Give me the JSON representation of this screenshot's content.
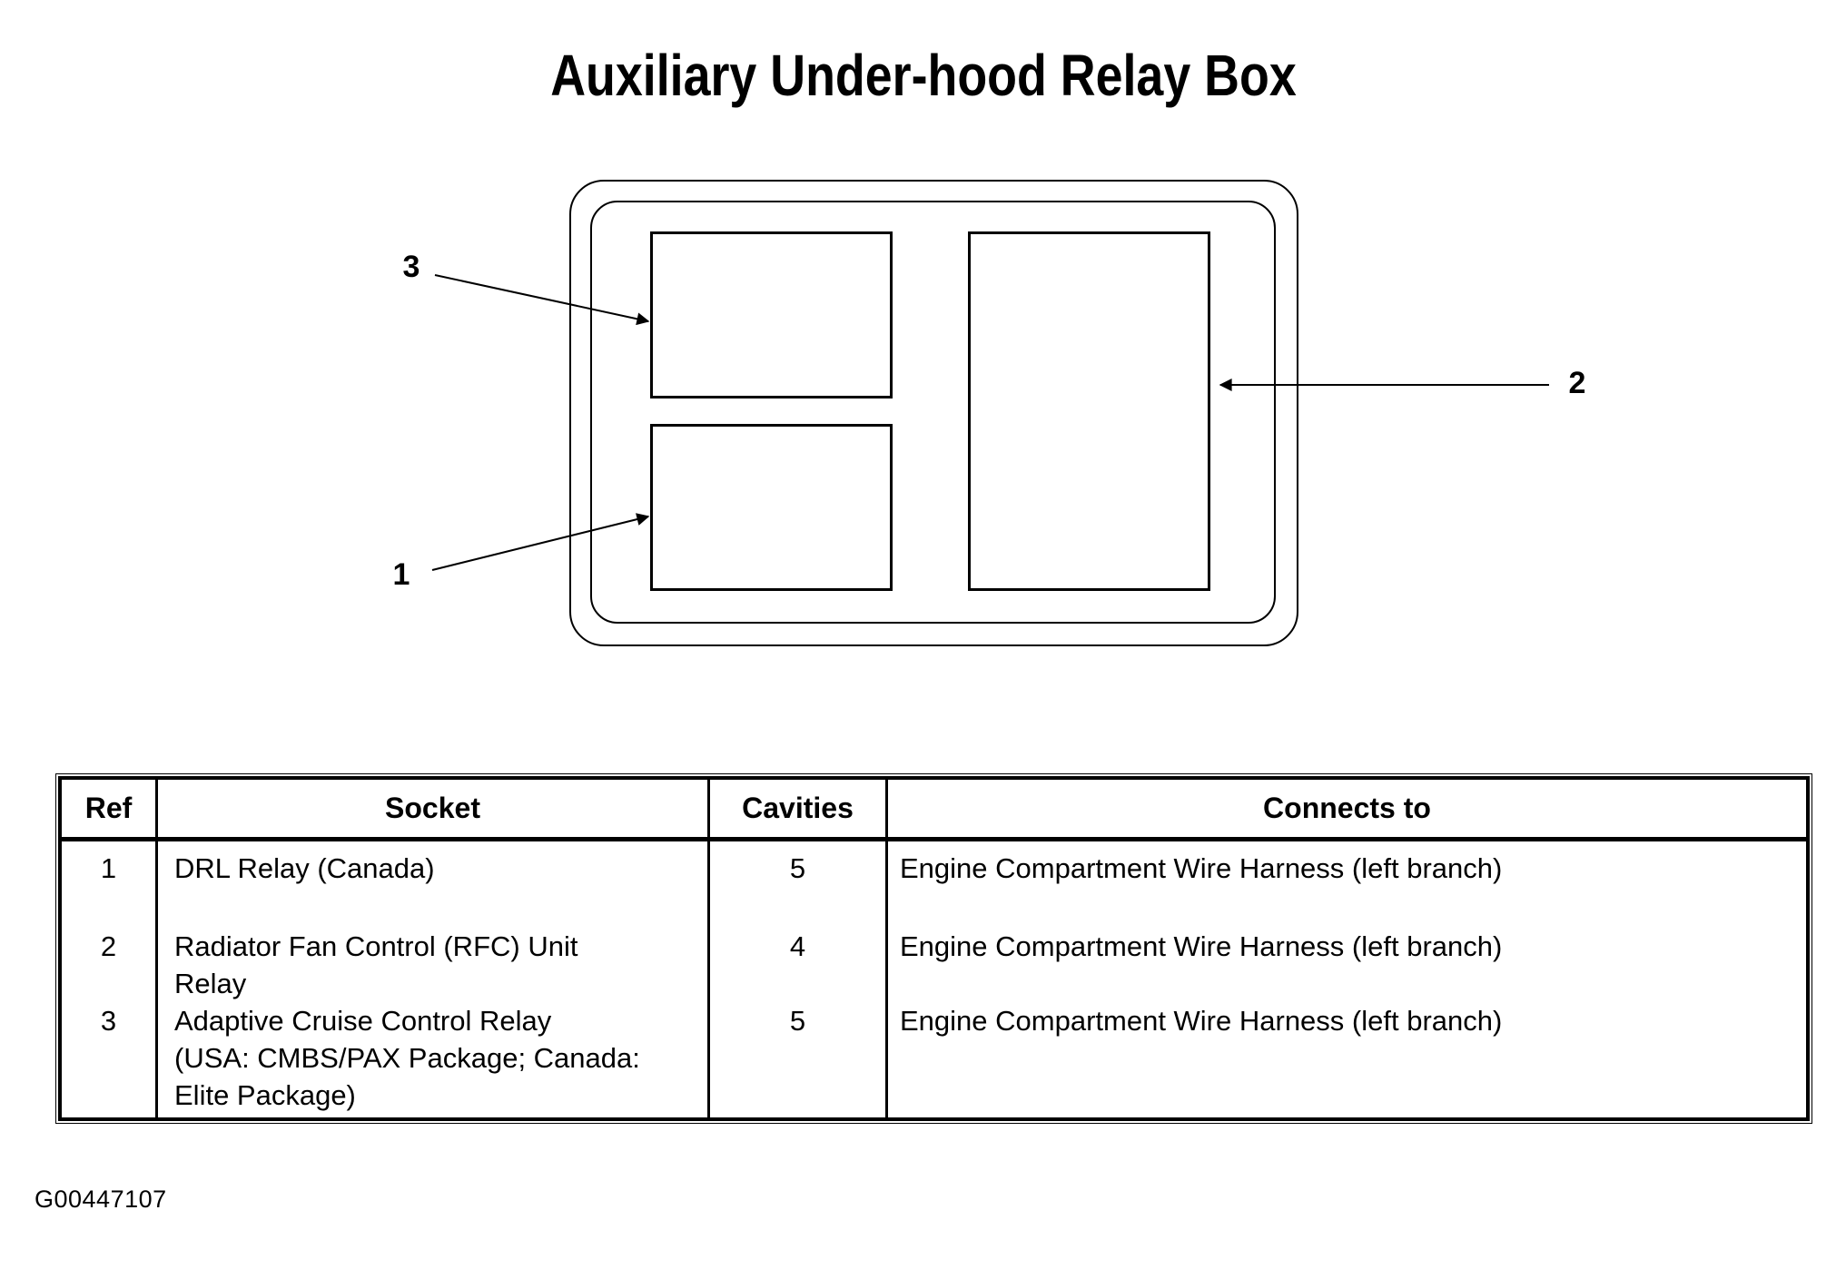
{
  "title": "Auxiliary Under-hood Relay Box",
  "figure_code": "G00447107",
  "diagram": {
    "name": "auxiliary-under-hood-relay-box",
    "callouts": [
      {
        "label": "1",
        "points_to": "socket-1"
      },
      {
        "label": "2",
        "points_to": "socket-2"
      },
      {
        "label": "3",
        "points_to": "socket-3"
      }
    ]
  },
  "table": {
    "headers": {
      "ref": "Ref",
      "socket": "Socket",
      "cavities": "Cavities",
      "connects_to": "Connects to"
    },
    "rows": [
      {
        "ref": "1",
        "socket": [
          "DRL Relay (Canada)"
        ],
        "cavities": "5",
        "connects_to": "Engine Compartment Wire Harness (left branch)"
      },
      {
        "ref": "2",
        "socket": [
          "Radiator Fan Control (RFC) Unit",
          "Relay"
        ],
        "cavities": "4",
        "connects_to": "Engine Compartment Wire Harness (left branch)"
      },
      {
        "ref": "3",
        "socket": [
          "Adaptive Cruise Control Relay",
          "(USA: CMBS/PAX Package; Canada:",
          "Elite Package)"
        ],
        "cavities": "5",
        "connects_to": "Engine Compartment Wire Harness (left branch)"
      }
    ]
  }
}
